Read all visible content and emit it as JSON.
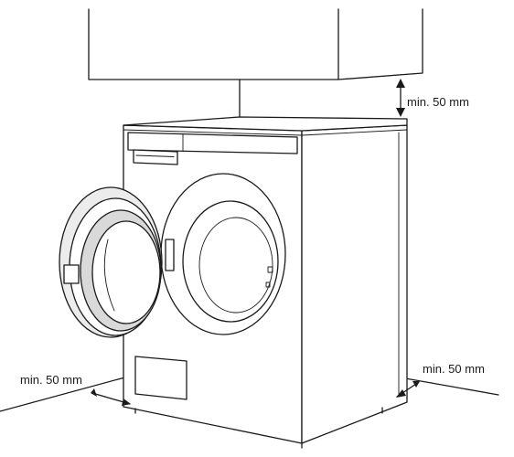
{
  "labels": {
    "top_clearance": "min. 50 mm",
    "left_clearance": "min. 50 mm",
    "right_clearance": "min. 50 mm"
  }
}
